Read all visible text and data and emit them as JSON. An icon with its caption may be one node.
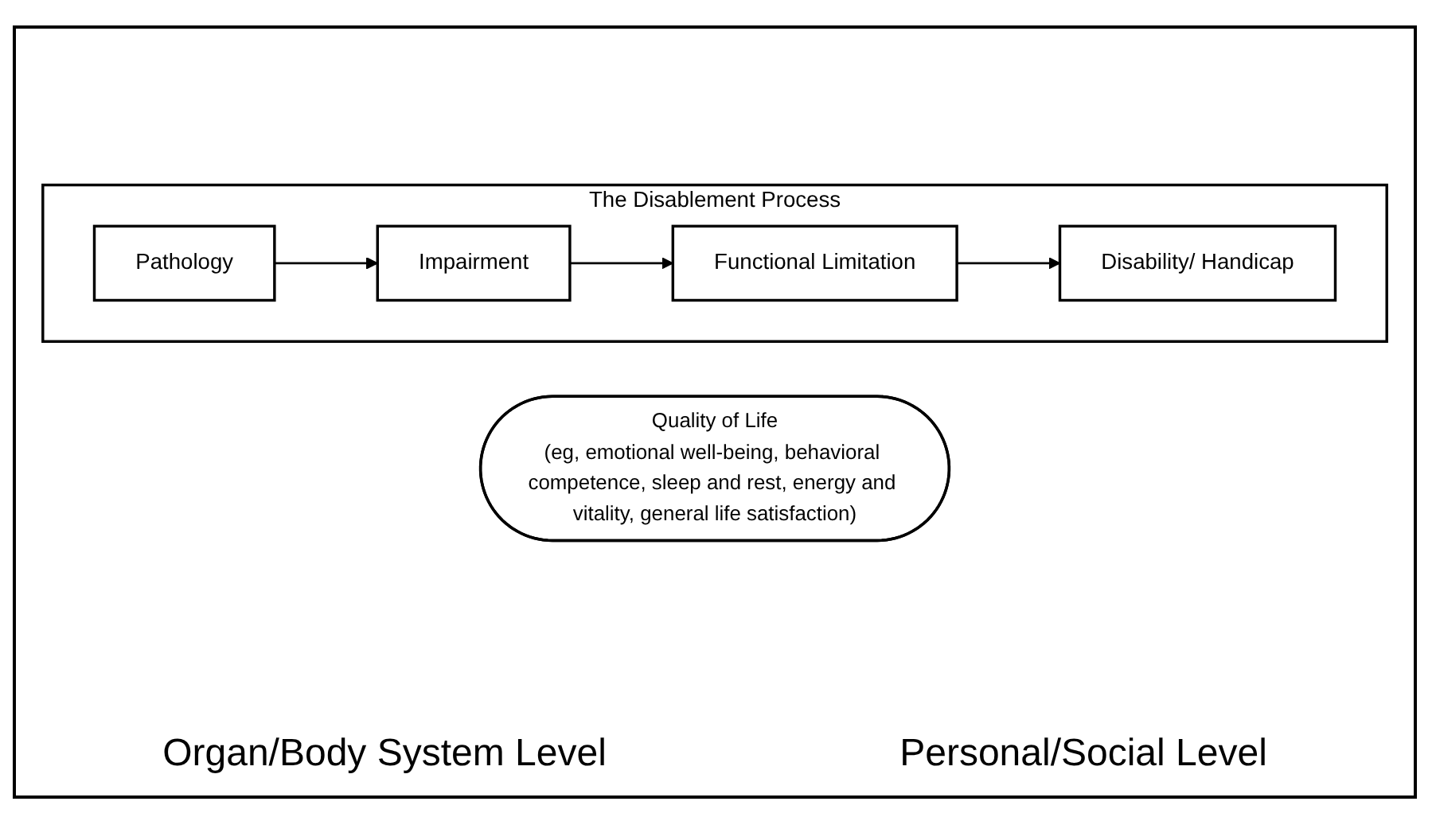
{
  "diagram": {
    "nodes": [
      {
        "text": [
          "The Disablement Process"
        ]
      },
      {
        "text": [
          "Pathology"
        ],
        "in": 0
      },
      {
        "text": [
          "Impairment"
        ],
        "in": 0
      },
      {
        "text": [
          "Functional Limitation"
        ],
        "in": 0
      },
      {
        "text": [
          "Disability/ Handicap"
        ],
        "in": 0
      },
      {
        "text": [
          "Quality of Life",
          "(eg, emotional well-being, behavioral competence, sleep and rest, energy and vitality, general life satisfaction)"
        ]
      }
    ],
    "edges": [
      {
        "from": 1,
        "to": 2,
        "arrow": "to"
      },
      {
        "from": 2,
        "to": 3,
        "arrow": "to"
      },
      {
        "from": 3,
        "to": 4,
        "arrow": "to"
      }
    ],
    "labels": [
      "Organ/Body System Level",
      "Personal/Social Level"
    ]
  }
}
